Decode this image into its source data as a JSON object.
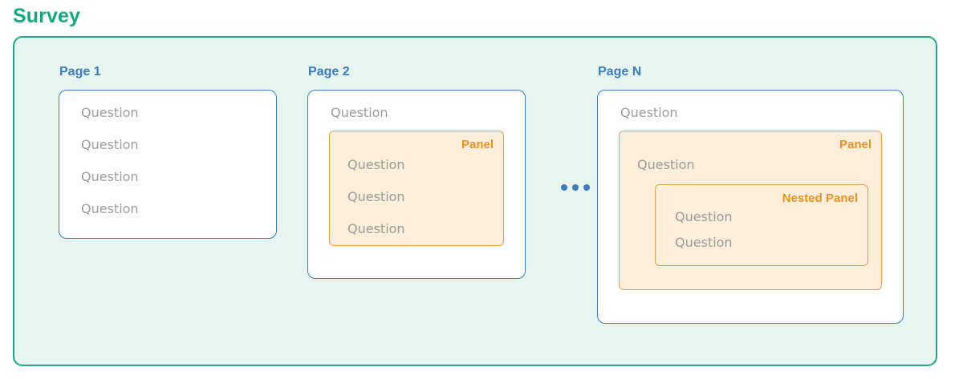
{
  "survey": {
    "title": "Survey",
    "title_color": "#13a97f",
    "container_bg": "#e6f5f0",
    "container_border": "#20a58a"
  },
  "labels": {
    "question": "Question",
    "panel": "Panel",
    "nested_panel": "Nested Panel"
  },
  "colors": {
    "page_label": "#3d7cbd",
    "page_card_border": "#3d7cbd",
    "question_text": "#9b9b9b",
    "panel_border": "#e4a04a",
    "panel_bg": "#fdeed9",
    "panel_label": "#e8921e",
    "ellipsis_dot": "#3d7cbd"
  },
  "pages": [
    {
      "label": "Page 1",
      "questions": [
        "Question",
        "Question",
        "Question",
        "Question"
      ]
    },
    {
      "label": "Page 2",
      "questions": [
        "Question"
      ],
      "panel": {
        "label": "Panel",
        "questions": [
          "Question",
          "Question",
          "Question"
        ]
      }
    },
    {
      "label": "Page N",
      "questions": [
        "Question"
      ],
      "panel": {
        "label": "Panel",
        "questions": [
          "Question"
        ],
        "nested_panel": {
          "label": "Nested Panel",
          "questions": [
            "Question",
            "Question"
          ]
        }
      }
    }
  ],
  "ellipsis": {
    "name": "more-pages-ellipsis",
    "dots": 3
  }
}
